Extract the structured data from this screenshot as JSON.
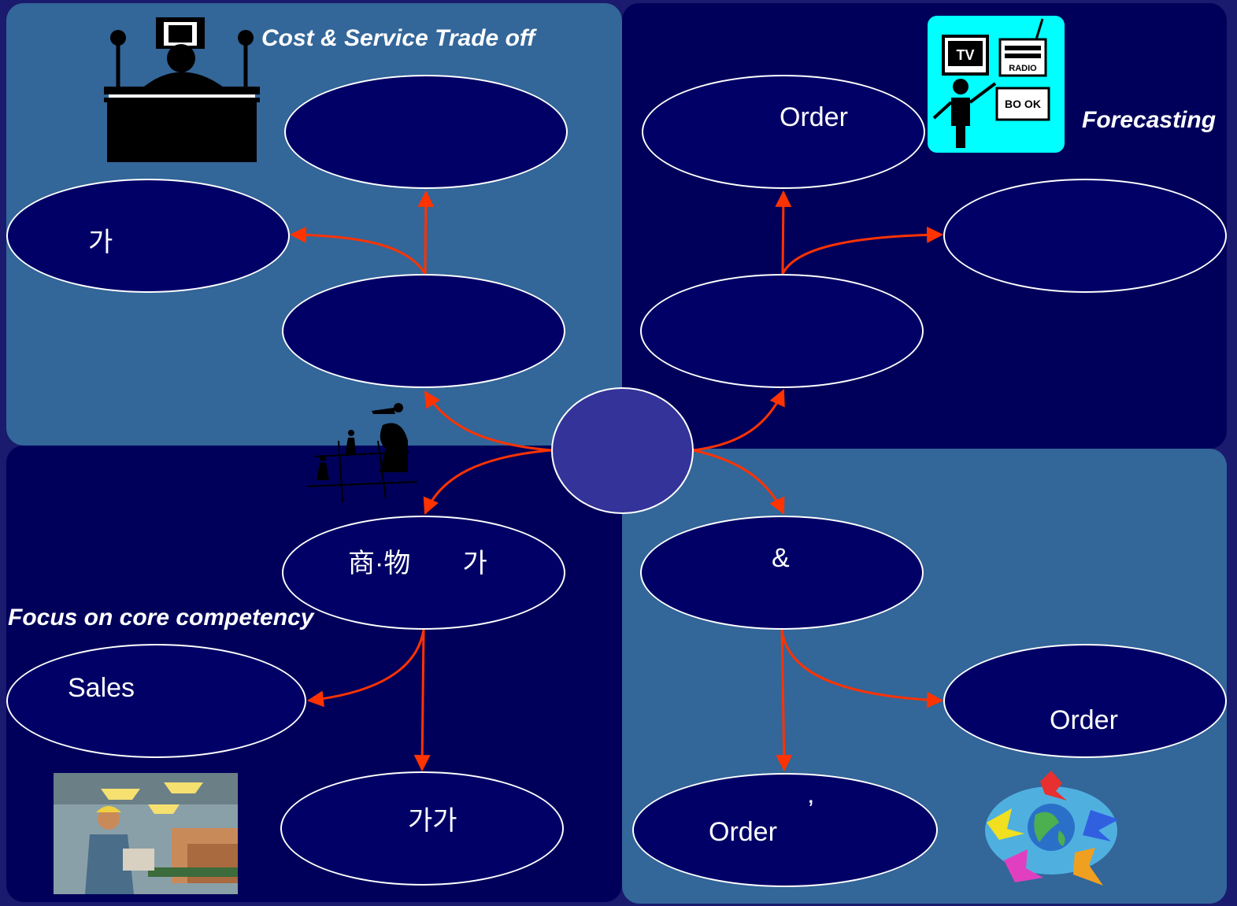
{
  "headings": {
    "top_left": "Cost & Service Trade off",
    "top_right": "Forecasting",
    "bottom_left": "Focus on core competency"
  },
  "nodes": {
    "tl_top": "",
    "tl_left": "가",
    "tl_mid": "",
    "tr_top": "Order",
    "tr_right": "",
    "tr_mid": "",
    "center": "",
    "bl_mid": "商·物       가",
    "bl_left": "Sales",
    "bl_bottom": "가가",
    "br_mid": "&",
    "br_right": "Order",
    "br_bottom": "Order",
    "br_bottom_mark": "’"
  },
  "clipart": {
    "tv_label": "TV",
    "radio_label": "RADIO",
    "book_label": "BO OK"
  },
  "colors": {
    "panel_light": "#336699",
    "panel_dark": "#00005a",
    "node_fill": "#000066",
    "center_fill": "#333399",
    "arrow": "#ff3300",
    "forecast_bg": "#00ffff"
  }
}
